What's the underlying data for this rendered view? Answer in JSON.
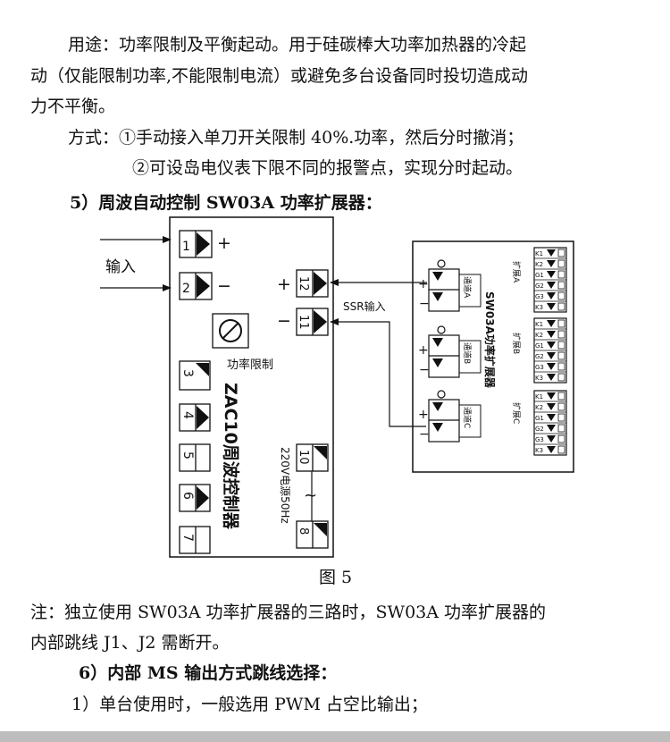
{
  "text": {
    "p1_line1": "用途：功率限制及平衡起动。用于硅碳棒大功率加热器的冷起",
    "p1_line2": "动（仅能限制功率,不能限制电流）或避免多台设备同时投切造成动",
    "p1_line3": "力不平衡。",
    "method_line1": "方式：①手动接入单刀开关限制 40%.功率，然后分时撤消；",
    "method_line2": "②可设岛电仪表下限不同的报警点，实现分时起动。",
    "section5_heading": "5）周波自动控制 SW03A 功率扩展器：",
    "figure_caption": "图 5",
    "note_line1": "注：独立使用 SW03A 功率扩展器的三路时，SW03A 功率扩展器的",
    "note_line2": "内部跳线 J1、J2 需断开。",
    "section6_heading": "6）内部 MS 输出方式跳线选择：",
    "item1": "1）单台使用时，一般选用 PWM 占空比输出；"
  },
  "diagram": {
    "input_label": "输入",
    "plus": "+",
    "minus": "−",
    "power_limit_label": "功率限制",
    "controller_name": "ZAC10周波控制器",
    "power_supply_label": "220V电源50Hz",
    "tilde": "~",
    "ssr_input_label": "SSR输入",
    "left_terminals": [
      "1",
      "2",
      "3",
      "4",
      "5",
      "6",
      "7"
    ],
    "right_terminals": [
      "12",
      "11",
      "10",
      "8"
    ],
    "expander_name": "SW03A功率扩展器",
    "channels": [
      "通道A",
      "通道B",
      "通道C"
    ],
    "expansion_groups": [
      "扩展A",
      "扩展B",
      "扩展C"
    ],
    "expansion_pin_labels": [
      "K1",
      "K2",
      "G1",
      "G2",
      "G3",
      "K3"
    ]
  }
}
